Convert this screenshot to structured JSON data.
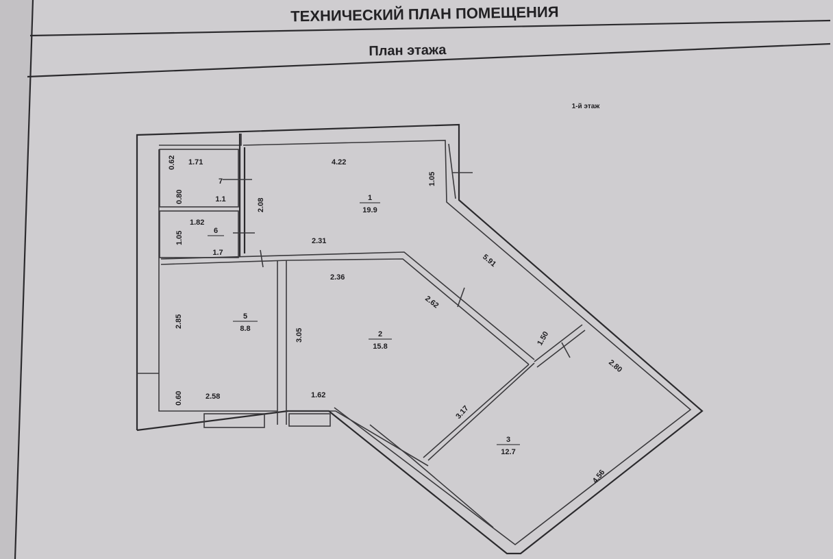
{
  "document": {
    "title": "ТЕХНИЧЕСКИЙ ПЛАН ПОМЕЩЕНИЯ",
    "subtitle": "План этажа",
    "floor_label": "1-й этаж"
  },
  "rooms": [
    {
      "number": "1",
      "area": "19.9"
    },
    {
      "number": "2",
      "area": "15.8"
    },
    {
      "number": "3",
      "area": "12.7"
    },
    {
      "number": "5",
      "area": "8.8"
    },
    {
      "number": "6",
      "area": "1.7"
    },
    {
      "number": "7",
      "area": "1.1"
    }
  ],
  "dimensions": {
    "d_062": "0.62",
    "d_171": "1.71",
    "d_080": "0.80",
    "d_208": "2.08",
    "d_422": "4.22",
    "d_105a": "1.05",
    "d_105b": "1.05",
    "d_182": "1.82",
    "d_231": "2.31",
    "d_236": "2.36",
    "d_262": "2.62",
    "d_591": "5.91",
    "d_285": "2.85",
    "d_305": "3.05",
    "d_150": "1.50",
    "d_280": "2.80",
    "d_060": "0.60",
    "d_258": "2.58",
    "d_162": "1.62",
    "d_317": "3.17",
    "d_456": "4.56"
  }
}
